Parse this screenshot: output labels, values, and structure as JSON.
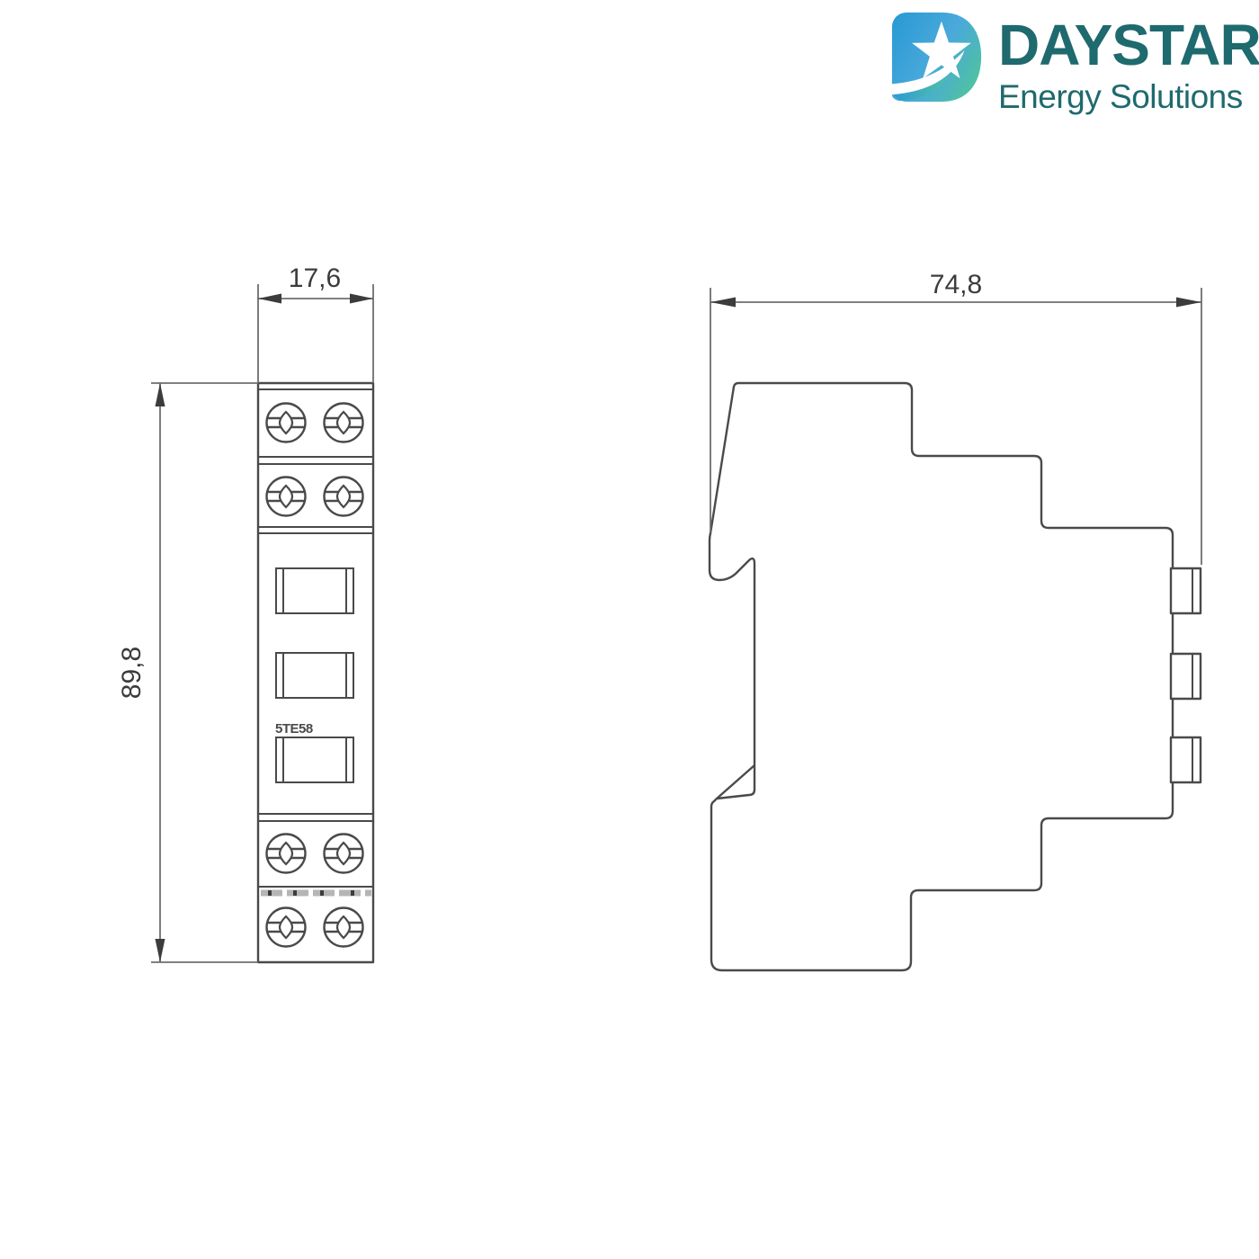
{
  "logo": {
    "brand": "DAYSTAR",
    "tagline": "Energy Solutions",
    "icon": "star-swoosh-icon"
  },
  "diagram": {
    "product_code": "5TE58",
    "dimensions": {
      "front_width_mm": "17,6",
      "front_height_mm": "89,8",
      "side_depth_mm": "74,8"
    }
  },
  "colors": {
    "bg": "#ffffff",
    "line": "#4a4a4a",
    "dim": "#6e6e6e",
    "text": "#3c3c3c",
    "grey-dash": "#b5b5b5",
    "logo-teal": "#1e6a6e",
    "logo-blue": "#2a9ad4",
    "logo-green": "#50c39f"
  }
}
